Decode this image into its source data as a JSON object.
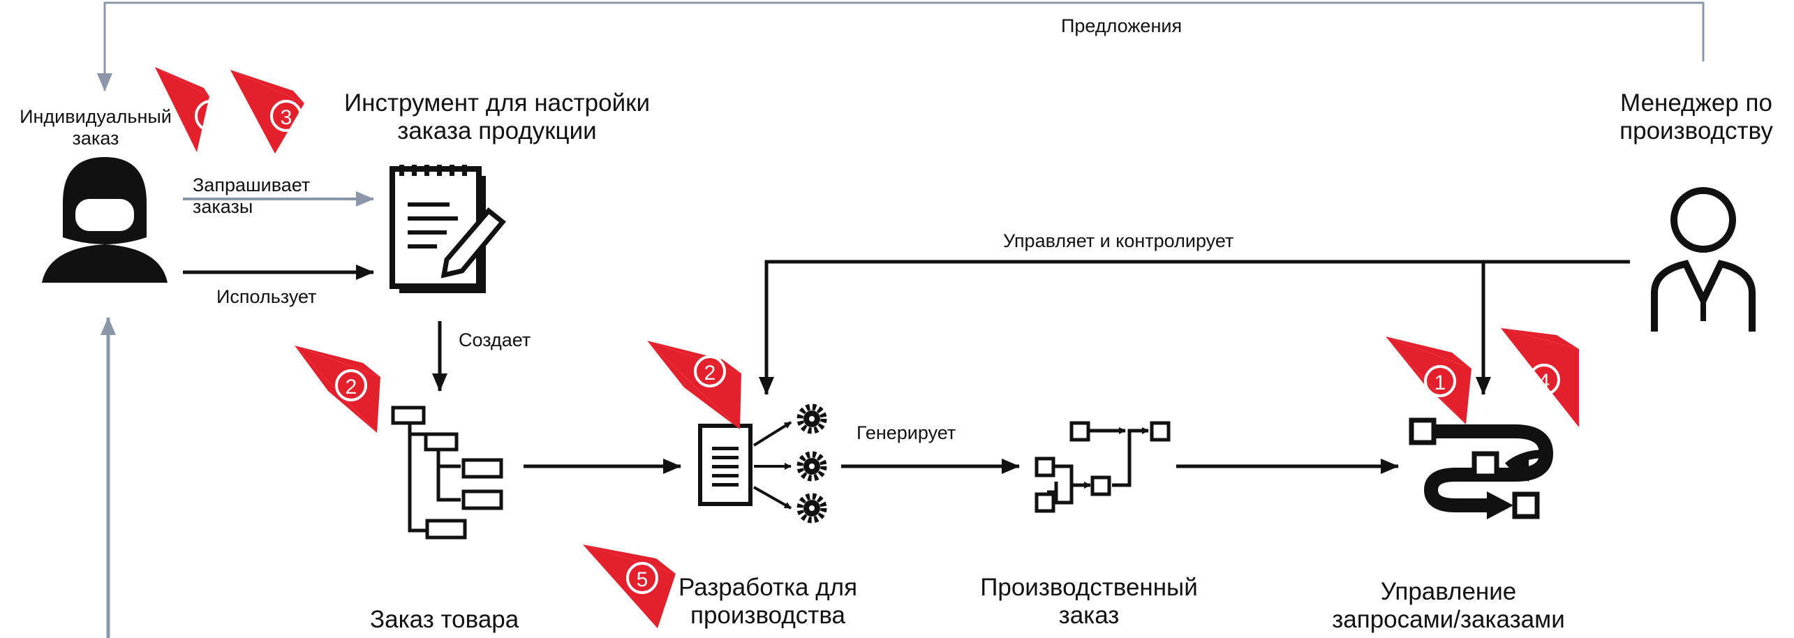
{
  "diagram": {
    "top_feedback_label": "Предложения",
    "customer": {
      "label_line1": "Индивидуальный",
      "label_line2": "заказ"
    },
    "config_tool": {
      "label_line1": "Инструмент для настройки",
      "label_line2": "заказа продукции"
    },
    "manager": {
      "label_line1": "Менеджер по",
      "label_line2": "производству"
    },
    "product_order": {
      "label": "Заказ товара"
    },
    "dev_production": {
      "label_line1": "Разработка для",
      "label_line2": "производства"
    },
    "production_order": {
      "label_line1": "Производственный",
      "label_line2": "заказ"
    },
    "request_management": {
      "label_line1": "Управление",
      "label_line2": "запросами/заказами"
    },
    "edges": {
      "requests_orders_line1": "Запрашивает",
      "requests_orders_line2": "заказы",
      "uses": "Использует",
      "creates": "Создает",
      "generates": "Генерирует",
      "manages_controls": "Управляет и контролирует"
    },
    "markers": [
      "1",
      "3",
      "2",
      "2",
      "5",
      "1",
      "4"
    ],
    "colors": {
      "marker": "#e5202d",
      "line": "#111111",
      "feedback_line": "#8b97a8"
    }
  }
}
